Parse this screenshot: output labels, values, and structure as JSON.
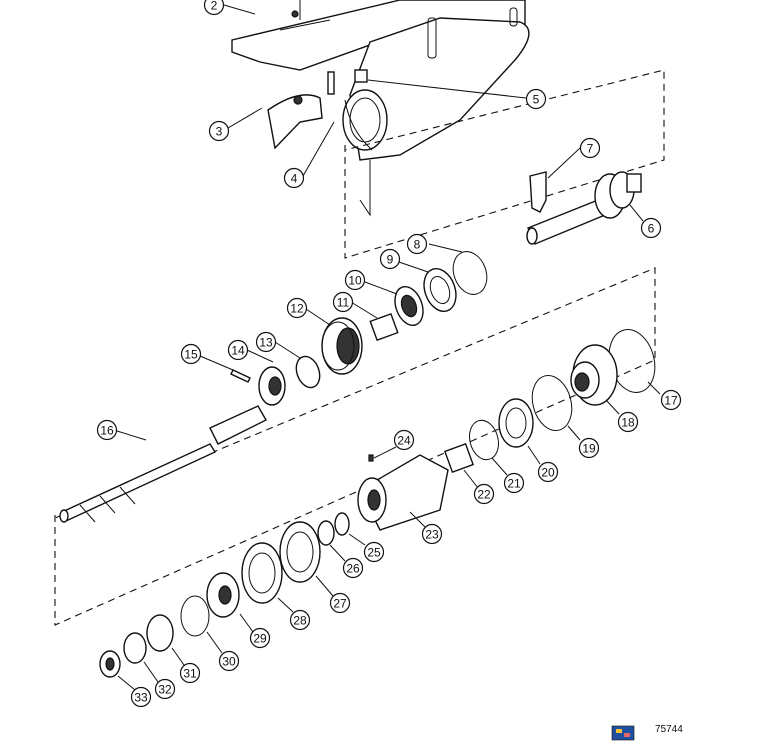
{
  "figure_number": "75744",
  "callouts": [
    {
      "id": 2,
      "label": "2"
    },
    {
      "id": 3,
      "label": "3"
    },
    {
      "id": 4,
      "label": "4"
    },
    {
      "id": 5,
      "label": "5"
    },
    {
      "id": 6,
      "label": "6"
    },
    {
      "id": 7,
      "label": "7"
    },
    {
      "id": 8,
      "label": "8"
    },
    {
      "id": 9,
      "label": "9"
    },
    {
      "id": 10,
      "label": "10"
    },
    {
      "id": 11,
      "label": "11"
    },
    {
      "id": 12,
      "label": "12"
    },
    {
      "id": 13,
      "label": "13"
    },
    {
      "id": 14,
      "label": "14"
    },
    {
      "id": 15,
      "label": "15"
    },
    {
      "id": 16,
      "label": "16"
    },
    {
      "id": 17,
      "label": "17"
    },
    {
      "id": 18,
      "label": "18"
    },
    {
      "id": 19,
      "label": "19"
    },
    {
      "id": 20,
      "label": "20"
    },
    {
      "id": 21,
      "label": "21"
    },
    {
      "id": 22,
      "label": "22"
    },
    {
      "id": 23,
      "label": "23"
    },
    {
      "id": 24,
      "label": "24"
    },
    {
      "id": 25,
      "label": "25"
    },
    {
      "id": 26,
      "label": "26"
    },
    {
      "id": 27,
      "label": "27"
    },
    {
      "id": 28,
      "label": "28"
    },
    {
      "id": 29,
      "label": "29"
    },
    {
      "id": 30,
      "label": "30"
    },
    {
      "id": 31,
      "label": "31"
    },
    {
      "id": 32,
      "label": "32"
    },
    {
      "id": 33,
      "label": "33"
    }
  ]
}
